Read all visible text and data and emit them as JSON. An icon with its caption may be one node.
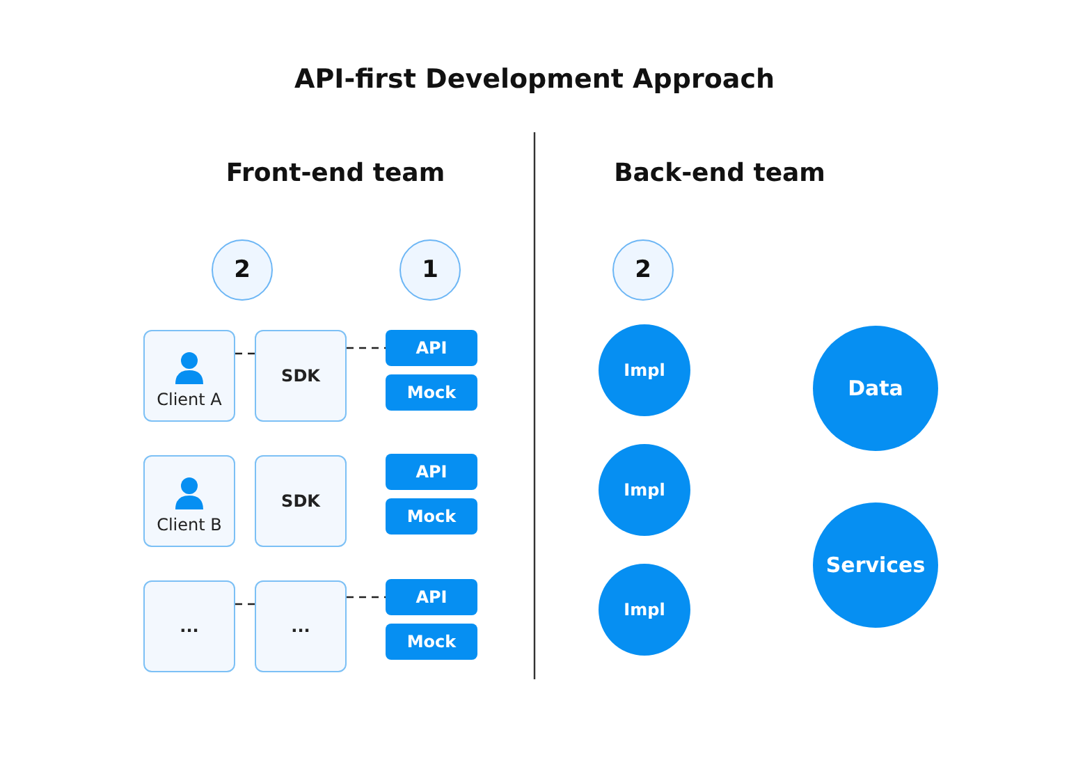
{
  "diagram": {
    "title": "API-first Development Approach",
    "nodes": [
      {
        "text": [
          "2"
        ]
      },
      {
        "text": [
          "1"
        ]
      },
      {
        "text": [
          "2"
        ]
      },
      {
        "text": [
          "Client A"
        ]
      },
      {
        "text": [
          "SDK"
        ]
      },
      {
        "text": [
          "API"
        ]
      },
      {
        "text": [
          "Mock"
        ]
      },
      {
        "text": [
          "Impl"
        ]
      },
      {
        "text": [
          "Data"
        ]
      },
      {
        "text": [
          "Client B"
        ]
      },
      {
        "text": [
          "SDK"
        ]
      },
      {
        "text": [
          "API"
        ]
      },
      {
        "text": [
          "Mock"
        ]
      },
      {
        "text": [
          "Impl"
        ]
      },
      {
        "text": [
          "Services"
        ]
      },
      {
        "text": [
          "..."
        ]
      },
      {
        "text": [
          "..."
        ]
      },
      {
        "text": [
          "API"
        ]
      },
      {
        "text": [
          "Mock"
        ]
      },
      {
        "text": [
          "Impl"
        ]
      }
    ],
    "edges": [
      {
        "from": 3,
        "to": 4,
        "arrow": "none",
        "style": "dashed"
      },
      {
        "from": 4,
        "to": 5,
        "arrow": "none",
        "style": "dashed"
      },
      {
        "from": 15,
        "to": 16,
        "arrow": "none",
        "style": "dashed"
      },
      {
        "from": 16,
        "to": 17,
        "arrow": "none",
        "style": "dashed"
      }
    ],
    "labels": [
      "Front-end team",
      "Back-end team"
    ]
  }
}
